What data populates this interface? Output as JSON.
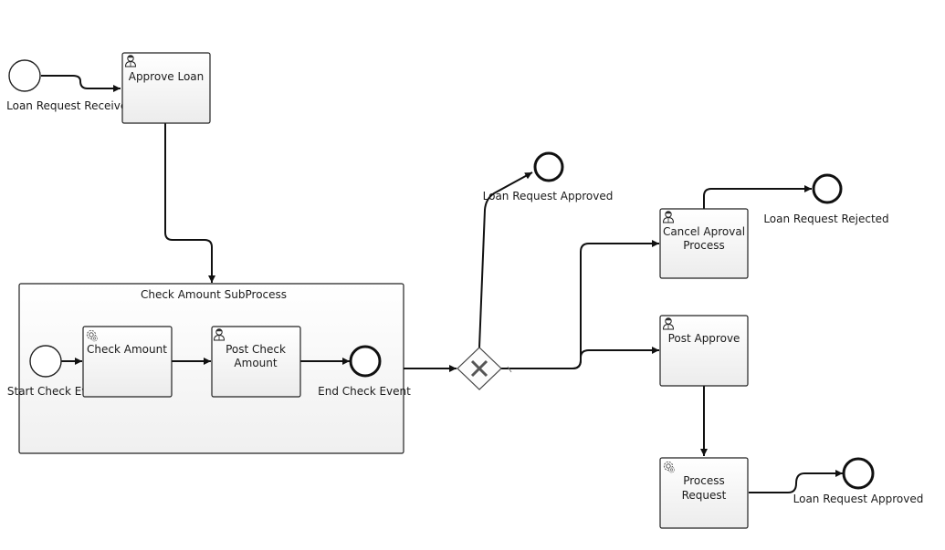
{
  "events": {
    "loan_request_received": "Loan Request Received",
    "loan_request_approved_top": "Loan Request Approved",
    "loan_request_rejected": "Loan Request Rejected",
    "loan_request_approved_bottom": "Loan Request Approved",
    "start_check_event": "Start Check Event",
    "end_check_event": "End Check Event"
  },
  "tasks": {
    "approve_loan": [
      "Approve Loan"
    ],
    "check_amount": [
      "Check Amount"
    ],
    "post_check_amount": [
      "Post Check",
      "Amount"
    ],
    "cancel_aproval_process": [
      "Cancel Aproval",
      "Process"
    ],
    "post_approve": [
      "Post Approve"
    ],
    "process_request": [
      "Process",
      "Request"
    ]
  },
  "subprocess": {
    "title": "Check Amount SubProcess"
  },
  "task_types": {
    "approve_loan": "user-icon",
    "check_amount": "gear-icon",
    "post_check_amount": "user-icon",
    "cancel_aproval_process": "user-icon",
    "post_approve": "user-icon",
    "process_request": "gear-icon"
  },
  "gateway": {
    "type": "exclusive",
    "icon": "x-icon"
  }
}
